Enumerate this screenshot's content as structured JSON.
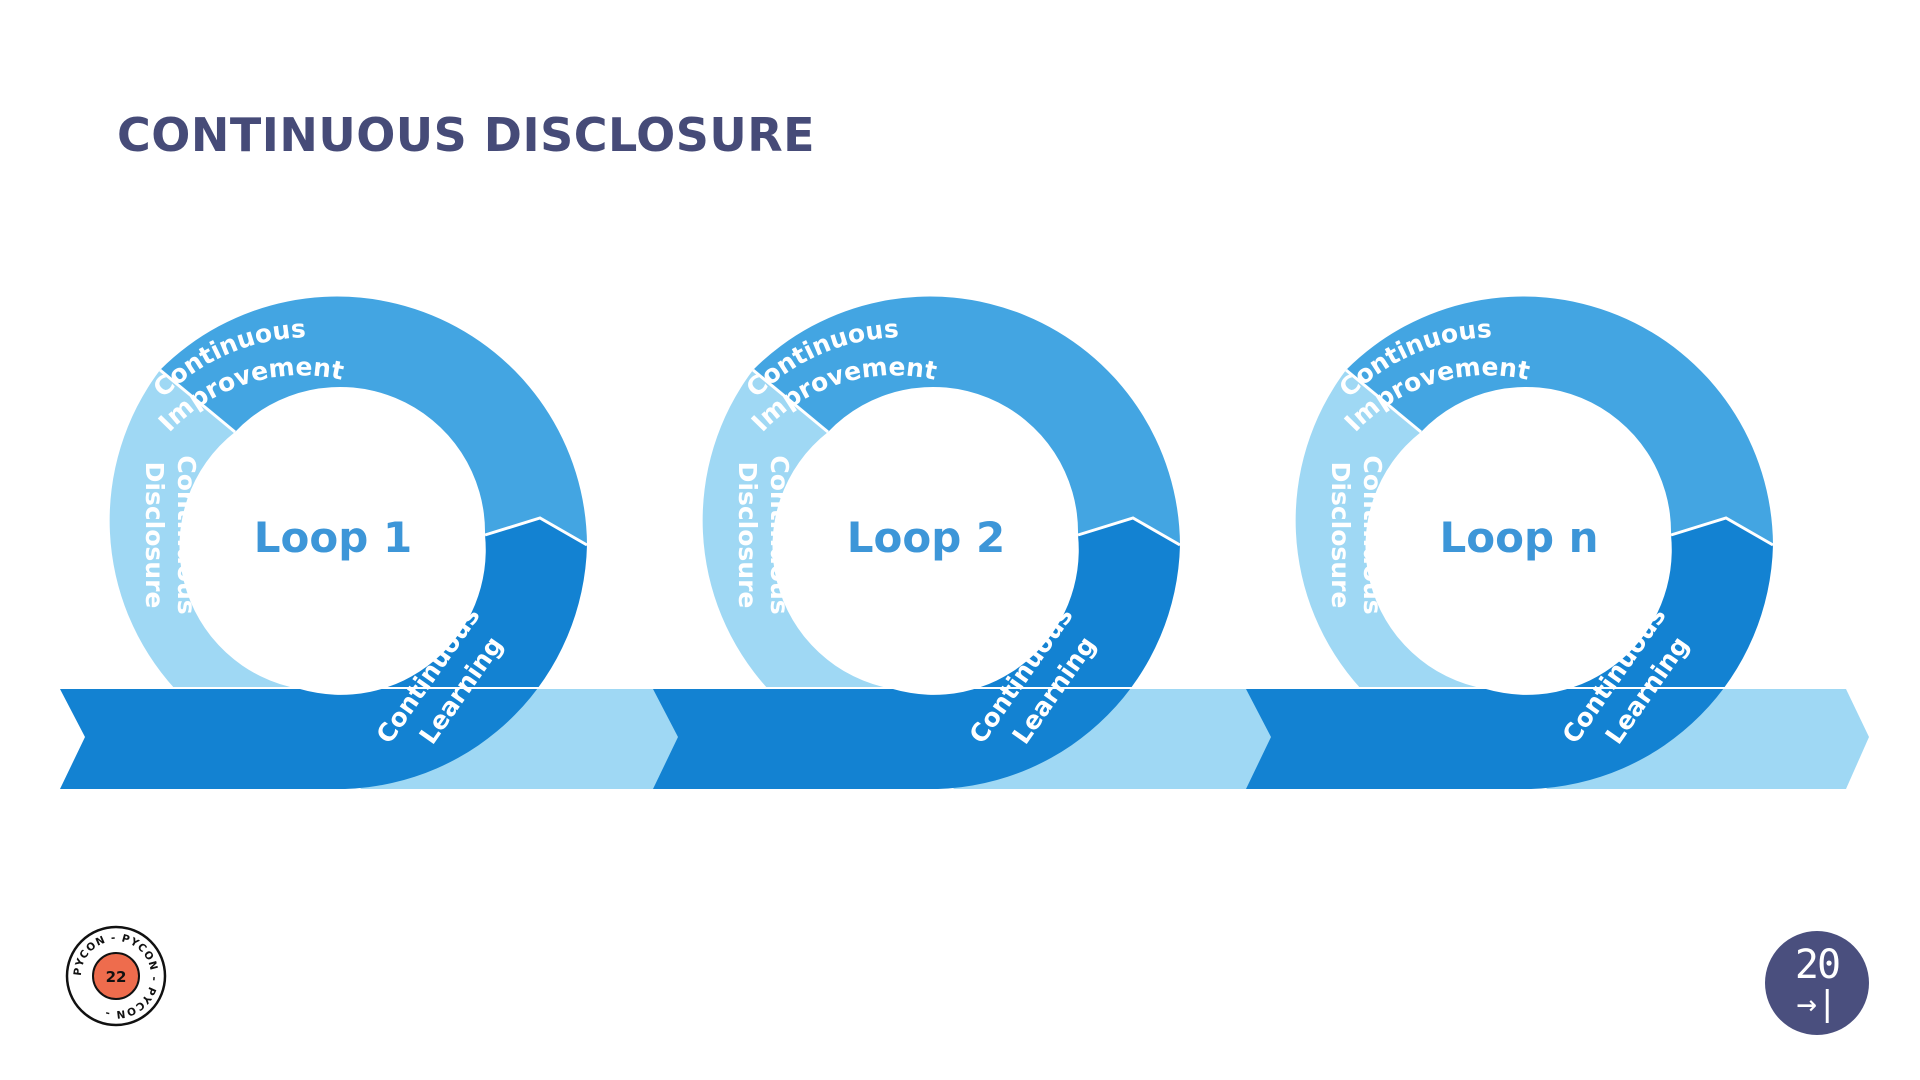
{
  "slide": {
    "title": "CONTINUOUS DISCLOSURE"
  },
  "colors": {
    "title": "#464b78",
    "light": "#9fd8f4",
    "medium": "#43a5e2",
    "dark": "#1382d2",
    "loop_text": "#3d96d8",
    "badge": "#4a4f7e",
    "logo_accent": "#ee6c4d"
  },
  "loops": [
    {
      "label": "Loop 1",
      "improvement_1": "Continuous",
      "improvement_2": "Improvement",
      "disclosure_1": "Continuous",
      "disclosure_2": "Disclosure",
      "learning_1": "Continuous",
      "learning_2": "Learning"
    },
    {
      "label": "Loop 2",
      "improvement_1": "Continuous",
      "improvement_2": "Improvement",
      "disclosure_1": "Continuous",
      "disclosure_2": "Disclosure",
      "learning_1": "Continuous",
      "learning_2": "Learning"
    },
    {
      "label": "Loop n",
      "improvement_1": "Continuous",
      "improvement_2": "Improvement",
      "disclosure_1": "Continuous",
      "disclosure_2": "Disclosure",
      "learning_1": "Continuous",
      "learning_2": "Learning"
    }
  ],
  "logo": {
    "ring_text": "PYCON - PYCON - PYCON - ",
    "year": "22"
  },
  "page_badge": {
    "number": "20",
    "arrow": "→|"
  }
}
